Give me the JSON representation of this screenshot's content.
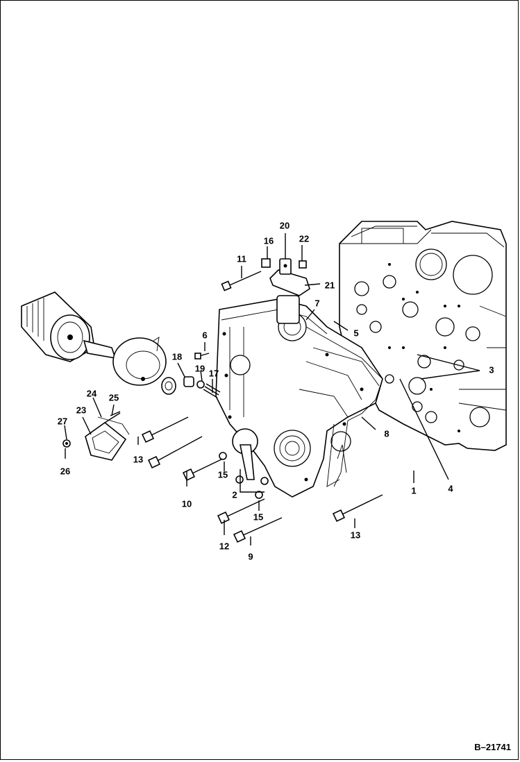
{
  "diagram": {
    "reference_code": "B–21741",
    "callouts": [
      {
        "id": "c1",
        "text": "1"
      },
      {
        "id": "c2",
        "text": "2"
      },
      {
        "id": "c3",
        "text": "3"
      },
      {
        "id": "c4",
        "text": "4"
      },
      {
        "id": "c5",
        "text": "5"
      },
      {
        "id": "c6",
        "text": "6"
      },
      {
        "id": "c7",
        "text": "7"
      },
      {
        "id": "c8",
        "text": "8"
      },
      {
        "id": "c9",
        "text": "9"
      },
      {
        "id": "c10",
        "text": "10"
      },
      {
        "id": "c11",
        "text": "11"
      },
      {
        "id": "c12",
        "text": "12"
      },
      {
        "id": "c13a",
        "text": "13"
      },
      {
        "id": "c13b",
        "text": "13"
      },
      {
        "id": "c15a",
        "text": "15"
      },
      {
        "id": "c15b",
        "text": "15"
      },
      {
        "id": "c16",
        "text": "16"
      },
      {
        "id": "c17",
        "text": "17"
      },
      {
        "id": "c18",
        "text": "18"
      },
      {
        "id": "c19",
        "text": "19"
      },
      {
        "id": "c20",
        "text": "20"
      },
      {
        "id": "c21",
        "text": "21"
      },
      {
        "id": "c22",
        "text": "22"
      },
      {
        "id": "c23",
        "text": "23"
      },
      {
        "id": "c24",
        "text": "24"
      },
      {
        "id": "c25",
        "text": "25"
      },
      {
        "id": "c26",
        "text": "26"
      },
      {
        "id": "c27",
        "text": "27"
      }
    ]
  }
}
